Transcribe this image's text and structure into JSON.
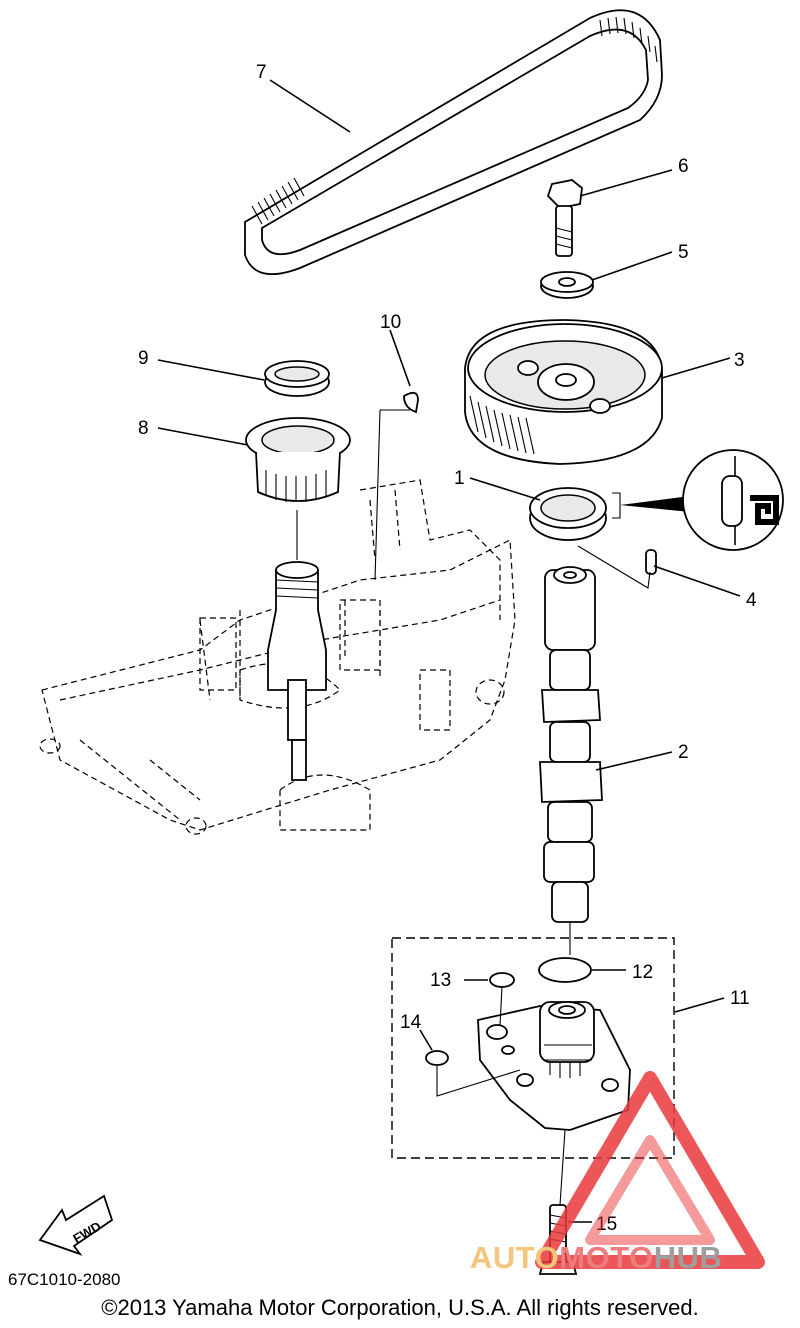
{
  "callouts": {
    "c1": "1",
    "c2": "2",
    "c3": "3",
    "c4": "4",
    "c5": "5",
    "c6": "6",
    "c7": "7",
    "c8": "8",
    "c9": "9",
    "c10": "10",
    "c11": "11",
    "c12": "12",
    "c13": "13",
    "c14": "14",
    "c15": "15"
  },
  "fwd_label": "FWD",
  "part_code": "67C1010-2080",
  "copyright": "©2013 Yamaha Motor Corporation, U.S.A. All rights reserved.",
  "watermark": {
    "part1": "AUTO",
    "part2": "MOTO",
    "part3": "HUB"
  },
  "colors": {
    "watermark_red": "#e9393b",
    "watermark_orange": "#f2b15a",
    "watermark_gray": "#8c8c8c"
  }
}
